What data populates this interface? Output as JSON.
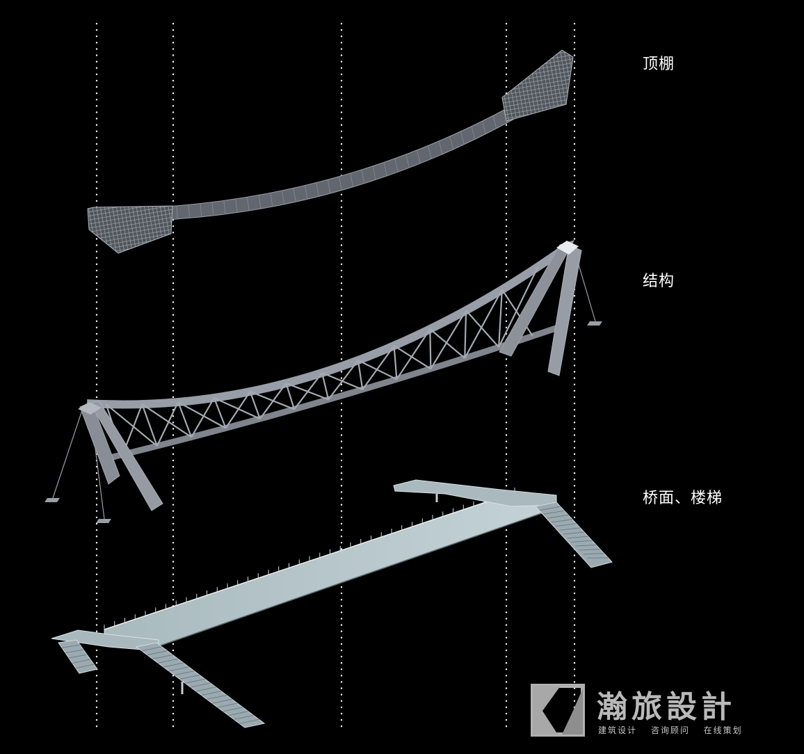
{
  "labels": {
    "canopy": "顶棚",
    "structure": "结构",
    "deck": "桥面、楼梯"
  },
  "brand": {
    "name": "瀚旅設計",
    "tagline": "建筑设计　 咨询顾问　 在线策划"
  },
  "colors": {
    "background": "#000000",
    "guide_dots": "#ffffff",
    "canopy_fill": "#6c717a",
    "canopy_mesh": "#9aa0a8",
    "structure_steel": "#8d929c",
    "deck_fill": "#b8c7cc",
    "stair_fill": "#a4b4ba",
    "brand_gray": "#b9b9b9"
  }
}
